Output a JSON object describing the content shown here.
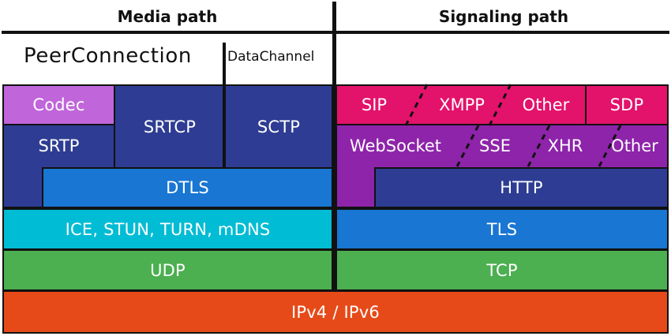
{
  "headers": {
    "media_path": "Media path",
    "signaling_path": "Signaling path"
  },
  "labels": {
    "peer_connection": "PeerConnection",
    "data_channel": "DataChannel"
  },
  "media": {
    "codec": "Codec",
    "srtp": "SRTP",
    "srtcp": "SRTCP",
    "sctp": "SCTP",
    "dtls": "DTLS",
    "ice": "ICE, STUN, TURN, mDNS",
    "udp": "UDP"
  },
  "signaling": {
    "sip": "SIP",
    "xmpp": "XMPP",
    "other_top": "Other",
    "sdp": "SDP",
    "websocket": "WebSocket",
    "sse": "SSE",
    "xhr": "XHR",
    "other_bottom": "Other",
    "http": "HTTP",
    "tls": "TLS",
    "tcp": "TCP"
  },
  "base": {
    "ip": "IPv4 / IPv6"
  },
  "colors": {
    "codec": "#c065da",
    "media_navy": "#2e3d93",
    "dtls_blue": "#1976d2",
    "ice_cyan": "#00bcd4",
    "udp_green": "#4caf50",
    "signal_magenta": "#e3126b",
    "websocket_purple": "#8e24aa",
    "http_navy": "#2e3d93",
    "tls_blue": "#1976d2",
    "tcp_green": "#4caf50",
    "ip_orange": "#e64a19"
  }
}
